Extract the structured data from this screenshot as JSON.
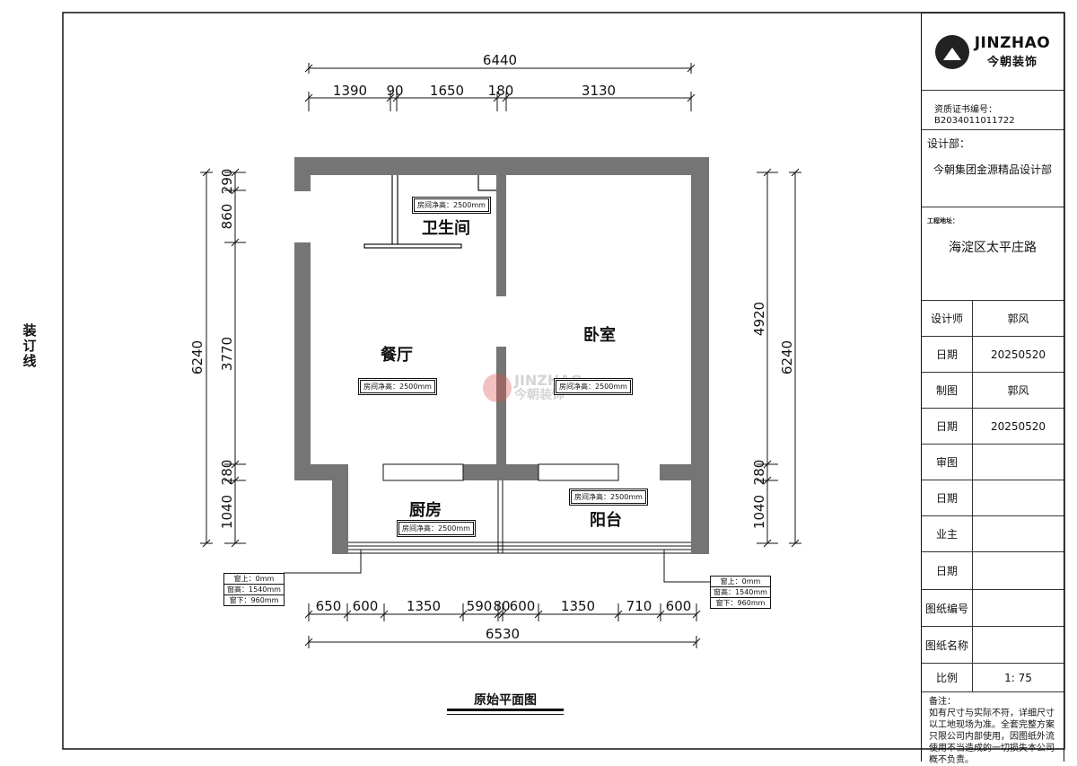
{
  "binding_label": "装订线",
  "drawing": {
    "title": "原始平面图",
    "top_overall": "6440",
    "top_segments": [
      "1390",
      "90",
      "1650",
      "180",
      "3130"
    ],
    "bottom_overall": "6530",
    "bottom_segments": [
      "650",
      "600",
      "1350",
      "590",
      "80",
      "600",
      "1350",
      "710",
      "600"
    ],
    "left_overall": "6240",
    "left_segments": [
      "290",
      "860",
      "3770",
      "280",
      "1040"
    ],
    "right_overall": "6240",
    "right_mid": "4920",
    "right_segments": [
      "280",
      "1040"
    ],
    "rooms": [
      {
        "name": "卫生间",
        "tag": "房间净高：2500mm"
      },
      {
        "name": "餐厅",
        "tag": "房间净高：2500mm"
      },
      {
        "name": "卧室",
        "tag": "房间净高：2500mm"
      },
      {
        "name": "厨房",
        "tag": "房间净高：2500mm"
      },
      {
        "name": "阳台",
        "tag": "房间净高：2500mm"
      }
    ],
    "window_tags": [
      [
        "窗上：0mm",
        "窗高：1540mm",
        "窗下：960mm"
      ],
      [
        "窗上：0mm",
        "窗高：1540mm",
        "窗下：960mm"
      ]
    ],
    "watermark": {
      "en": "JINZHAO",
      "cn": "今朝装饰"
    }
  },
  "title_block": {
    "logo_en": "JINZHAO",
    "logo_cn": "今朝装饰",
    "cert_label": "资质证书编号：",
    "cert_no": "B2034011011722",
    "dept_label": "设计部：",
    "dept_value": "今朝集团金源精品设计部",
    "address_label": "工程地址：",
    "address_value": "海淀区太平庄路",
    "rows": [
      {
        "label": "设计师",
        "value": "郭风"
      },
      {
        "label": "日期",
        "value": "20250520"
      },
      {
        "label": "制图",
        "value": "郭风"
      },
      {
        "label": "日期",
        "value": "20250520"
      },
      {
        "label": "审图",
        "value": ""
      },
      {
        "label": "日期",
        "value": ""
      },
      {
        "label": "业主",
        "value": ""
      },
      {
        "label": "日期",
        "value": ""
      },
      {
        "label": "图纸编号",
        "value": ""
      },
      {
        "label": "图纸名称",
        "value": ""
      },
      {
        "label": "比例",
        "value": "1: 75"
      }
    ],
    "notes_label": "备注：",
    "notes_text": "如有尺寸与实际不符，详细尺寸以工地现场为准。全套完整方案只限公司内部使用，因图纸外流使用不当造成的一切损失本公司概不负责。"
  }
}
